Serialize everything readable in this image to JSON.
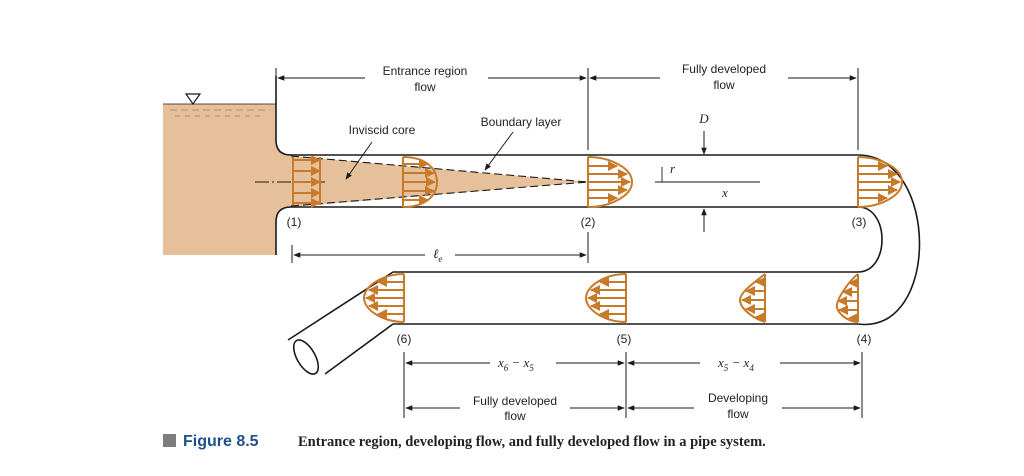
{
  "colors": {
    "fluid": "#e6c09b",
    "profile": "#c77a2a",
    "line": "#1a1a1a",
    "caption_accent": "#1f4e8c",
    "caption_square": "#7d7d7d"
  },
  "labels": {
    "entrance_line1": "Entrance region",
    "entrance_line2": "flow",
    "fully_top_line1": "Fully developed",
    "fully_top_line2": "flow",
    "boundary_layer": "Boundary layer",
    "inviscid_core": "Inviscid core",
    "D": "D",
    "r": "r",
    "x": "x",
    "le_main": "ℓ",
    "le_sub": "e",
    "s1": "(1)",
    "s2": "(2)",
    "s3": "(3)",
    "s4": "(4)",
    "s5": "(5)",
    "s6": "(6)",
    "x6x5_a": "x",
    "x6x5_a_sub": "6",
    "x6x5_b": " − x",
    "x6x5_b_sub": "5",
    "x5x4_a": "x",
    "x5x4_a_sub": "5",
    "x5x4_b": " − x",
    "x5x4_b_sub": "4",
    "fully_bottom_line1": "Fully developed",
    "fully_bottom_line2": "flow",
    "developing_line1": "Developing",
    "developing_line2": "flow"
  },
  "caption": {
    "figure": "Figure 8.5",
    "text": "Entrance region, developing flow, and fully developed flow in a pipe system."
  }
}
